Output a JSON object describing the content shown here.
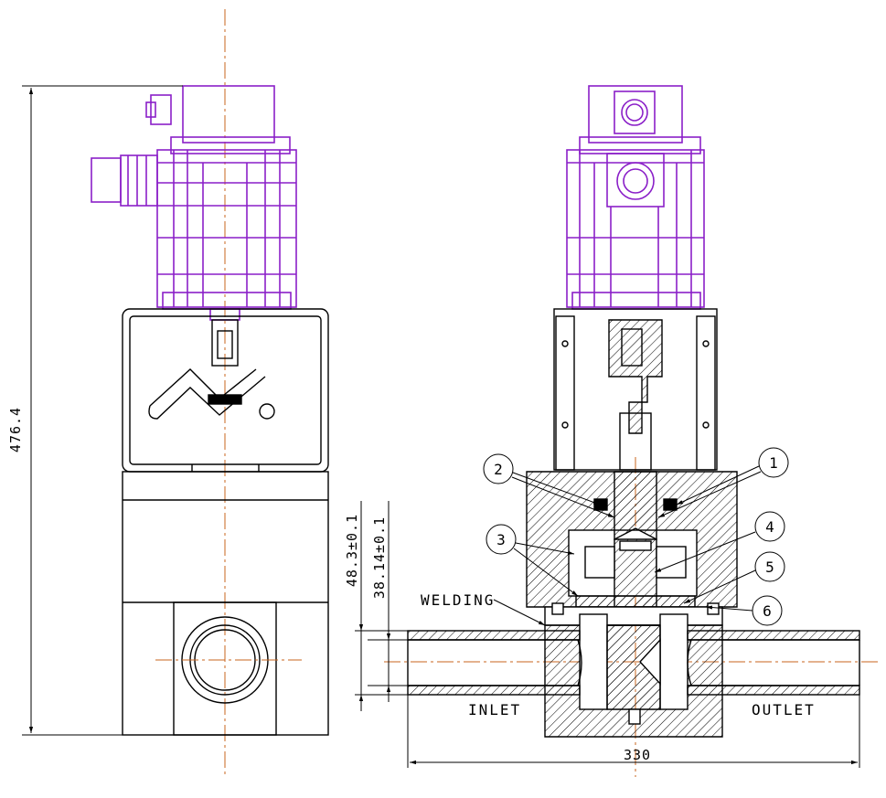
{
  "dimensions": {
    "overall_height": "476.4",
    "outer_diameter": "48.3±0.1",
    "inner_diameter": "38.14±0.1",
    "overall_width": "330"
  },
  "labels": {
    "welding": "WELDING",
    "inlet": "INLET",
    "outlet": "OUTLET"
  },
  "balloons": [
    "1",
    "2",
    "3",
    "4",
    "5",
    "6"
  ],
  "colors": {
    "actuator": "#8A1FC8",
    "line": "#000000",
    "centerline": "#C8641E"
  }
}
